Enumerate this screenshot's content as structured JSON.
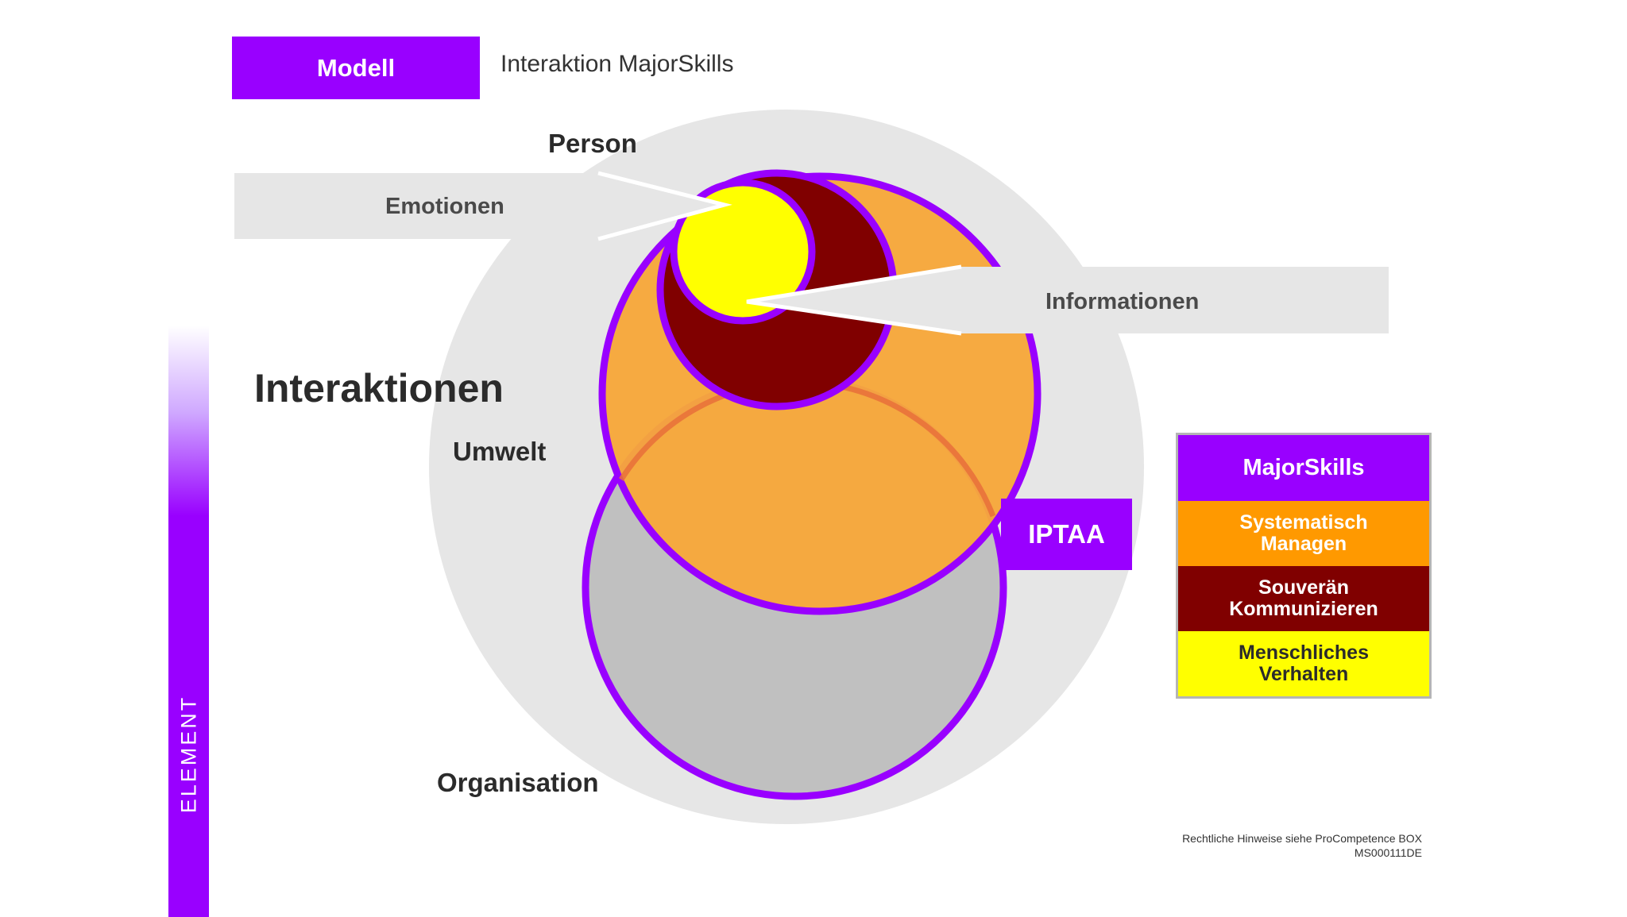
{
  "header": {
    "badge": "Modell",
    "title": "Interaktion MajorSkills"
  },
  "sidebar": {
    "label": "ELEMENT"
  },
  "diagram": {
    "person": "Person",
    "interaktionen": "Interaktionen",
    "umwelt": "Umwelt",
    "organisation": "Organisation",
    "emotionen": "Emotionen",
    "informationen": "Informationen",
    "iptaa": "IPTAA"
  },
  "colors": {
    "purple": "#9900ff",
    "orange": "#f7a83a",
    "dark_red": "#800000",
    "yellow": "#ffff00",
    "gray": "#c0c0c0",
    "light_gray": "#e6e6e6"
  },
  "legend": {
    "title": "MajorSkills",
    "items": [
      {
        "line1": "Systematisch",
        "line2": "Managen",
        "color": "#ff9900",
        "text_color": "#ffffff"
      },
      {
        "line1": "Souverän",
        "line2": "Kommunizieren",
        "color": "#800000",
        "text_color": "#ffffff"
      },
      {
        "line1": "Menschliches",
        "line2": "Verhalten",
        "color": "#ffff00",
        "text_color": "#2b2b2b"
      }
    ]
  },
  "footer": {
    "line1": "Rechtliche Hinweise siehe ProCompetence BOX",
    "line2": "MS000111DE"
  }
}
